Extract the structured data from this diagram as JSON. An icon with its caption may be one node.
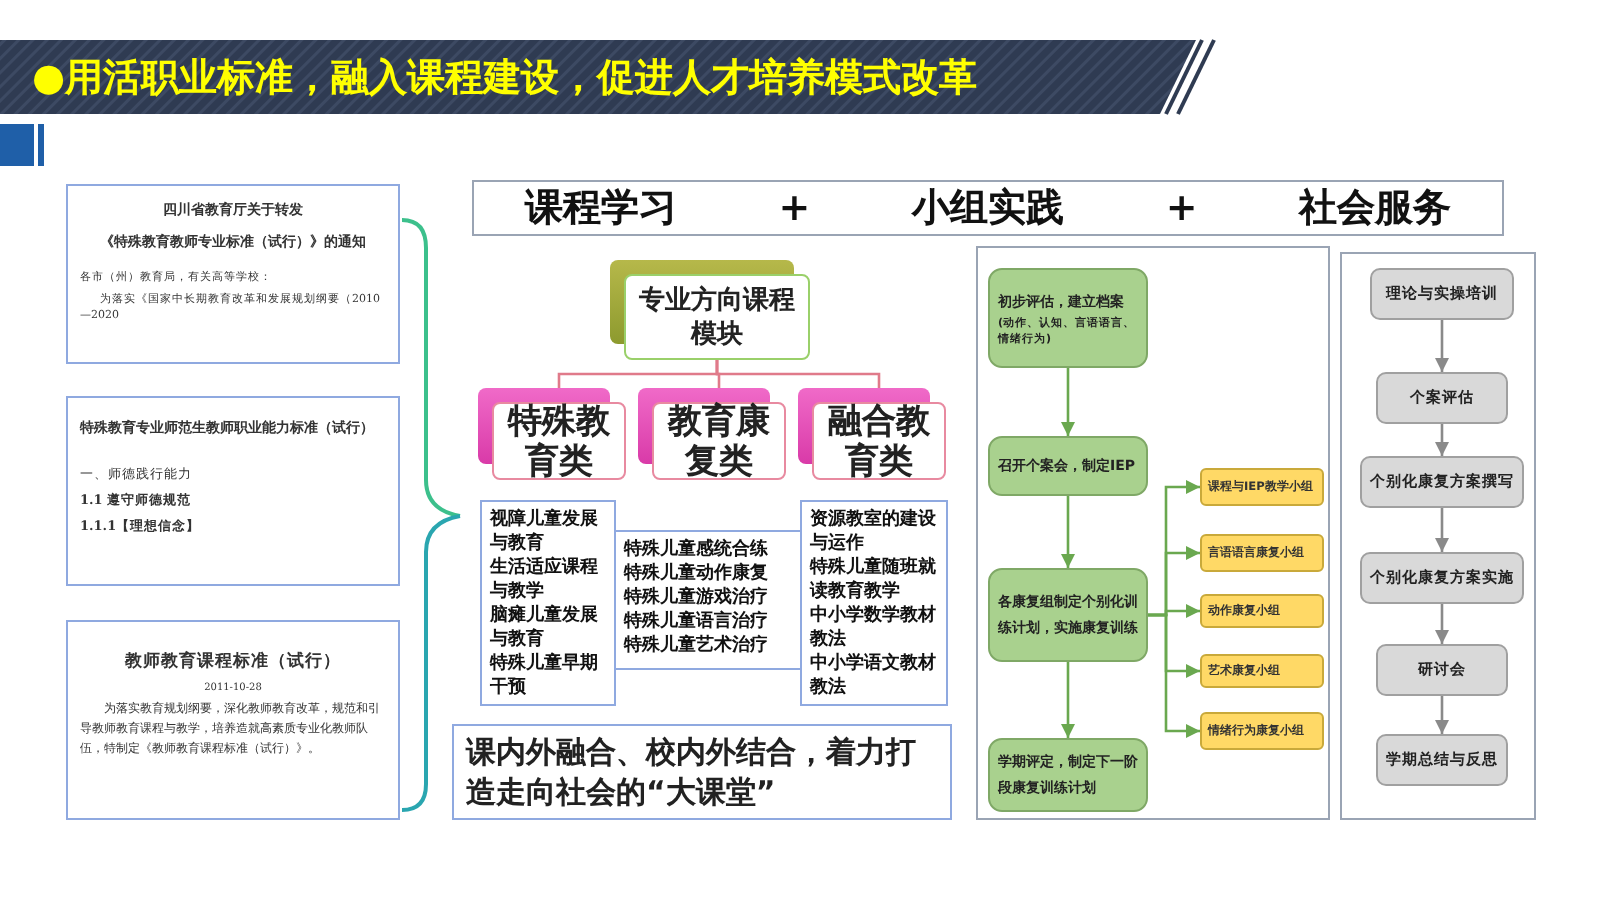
{
  "diagram": {
    "title": "●用活职业标准，融入课程建设，促进人才培养模式改革",
    "nodes": [
      {
        "text": [
          "四川省教育厅关于转发",
          "《特殊教育教师专业标准（试行）》的通知",
          "各市（州）教育局，有关高等学校：",
          "为落实《国家中长期教育改革和发展规划纲要（2010—2020"
        ]
      },
      {
        "text": [
          "特殊教育专业师范生教师职业能力标准（试行）",
          "一、师德践行能力",
          "1.1 遵守师德规范",
          "1.1.1【理想信念】"
        ]
      },
      {
        "text": [
          "教师教育课程标准（试行）",
          "2011-10-28",
          "为落实教育规划纲要，深化教师教育改革，规范和引导教师教育课程与教学，培养造就高素质专业化教师队伍，特制定《教师教育课程标准（试行）》。"
        ]
      },
      {
        "text": [
          "课程学习",
          "+",
          "小组实践",
          "+",
          "社会服务"
        ]
      },
      {
        "text": [
          "专业方向课程模块"
        ]
      },
      {
        "text": [
          "特殊教育类"
        ]
      },
      {
        "text": [
          "教育康复类"
        ]
      },
      {
        "text": [
          "融合教育类"
        ]
      },
      {
        "text": [
          "视障儿童发展与教育",
          "生活适应课程与教学",
          "脑瘫儿童发展与教育",
          "特殊儿童早期干预"
        ]
      },
      {
        "text": [
          "特殊儿童感统合练",
          "特殊儿童动作康复",
          "特殊儿童游戏治疗",
          "特殊儿童语言治疗",
          "特殊儿童艺术治疗"
        ]
      },
      {
        "text": [
          "资源教室的建设与运作",
          "特殊儿童随班就读教育教学",
          "中小学数学教材教法",
          "中小学语文教材教法"
        ]
      },
      {
        "text": [
          "课内外融合、校内外结合，着力打造走向社会的“大课堂”"
        ]
      },
      {
        "text": [],
        "shape": "box"
      },
      {
        "text": [
          "初步评估，建立档案",
          "(动作、认知、言语语言、情绪行为)"
        ],
        "in": 12
      },
      {
        "text": [
          "召开个案会，制定IEP"
        ],
        "in": 12
      },
      {
        "text": [
          "各康复组制定个别化训练计划，实施康复训练"
        ],
        "in": 12
      },
      {
        "text": [
          "学期评定，制定下一阶段康复训练计划"
        ],
        "in": 12
      },
      {
        "text": [
          "课程与IEP教学小组"
        ],
        "in": 12
      },
      {
        "text": [
          "言语语言康复小组"
        ],
        "in": 12
      },
      {
        "text": [
          "动作康复小组"
        ],
        "in": 12
      },
      {
        "text": [
          "艺术康复小组"
        ],
        "in": 12
      },
      {
        "text": [
          "情绪行为康复小组"
        ],
        "in": 12
      },
      {
        "text": [],
        "shape": "box"
      },
      {
        "text": [
          "理论与实操培训"
        ],
        "in": 22
      },
      {
        "text": [
          "个案评估"
        ],
        "in": 22
      },
      {
        "text": [
          "个别化康复方案撰写"
        ],
        "in": 22
      },
      {
        "text": [
          "个别化康复方案实施"
        ],
        "in": 22
      },
      {
        "text": [
          "研讨会"
        ],
        "in": 22
      },
      {
        "text": [
          "学期总结与反思"
        ],
        "in": 22
      }
    ],
    "edges": [
      {
        "from": 4,
        "to": 5,
        "arrow": "none",
        "color": "#e07a8a"
      },
      {
        "from": 4,
        "to": 6,
        "arrow": "none",
        "color": "#e07a8a"
      },
      {
        "from": 4,
        "to": 7,
        "arrow": "none",
        "color": "#e07a8a"
      },
      {
        "from": 13,
        "to": 14,
        "arrow": "to"
      },
      {
        "from": 14,
        "to": 15,
        "arrow": "to"
      },
      {
        "from": 15,
        "to": 16,
        "arrow": "to"
      },
      {
        "from": 15,
        "to": 17,
        "arrow": "to"
      },
      {
        "from": 15,
        "to": 18,
        "arrow": "to"
      },
      {
        "from": 15,
        "to": 19,
        "arrow": "to"
      },
      {
        "from": 15,
        "to": 20,
        "arrow": "to"
      },
      {
        "from": 15,
        "to": 21,
        "arrow": "to"
      },
      {
        "from": 23,
        "to": 24,
        "arrow": "to",
        "color": "#8a8a8a"
      },
      {
        "from": 24,
        "to": 25,
        "arrow": "to",
        "color": "#8a8a8a"
      },
      {
        "from": 25,
        "to": 26,
        "arrow": "to",
        "color": "#8a8a8a"
      },
      {
        "from": 26,
        "to": 27,
        "arrow": "to",
        "color": "#8a8a8a"
      },
      {
        "from": 27,
        "to": 28,
        "arrow": "to",
        "color": "#8a8a8a"
      }
    ]
  }
}
